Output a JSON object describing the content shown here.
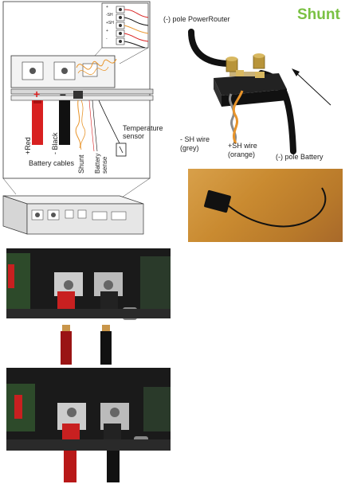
{
  "shunt_diagram": {
    "title": "Shunt",
    "neg_pole_powerrouter": "(-) pole PowerRouter",
    "neg_pole_battery": "(-) pole Battery",
    "sh_minus_line1": "- SH wire",
    "sh_minus_line2": "(grey)",
    "sh_plus_line1": "+SH wire",
    "sh_plus_line2": "(orange)"
  },
  "wiring_diagram": {
    "plus_sign": "+",
    "minus_sign": "–",
    "red_label": "+Red",
    "black_label": "- Black",
    "battery_cables": "Battery cables",
    "shunt_label": "Shunt",
    "battery_sense_label": "Battery sense",
    "temp_sensor_line1": "Temperature",
    "temp_sensor_line2": "sensor",
    "terminal_labels": [
      "+",
      "-SH",
      "+SH",
      "+",
      "-"
    ]
  },
  "colors": {
    "title_green": "#7ac143",
    "cable_red": "#d82020",
    "cable_black": "#111111",
    "wire_orange": "#e8942a",
    "wire_grey": "#8a8a8a"
  }
}
